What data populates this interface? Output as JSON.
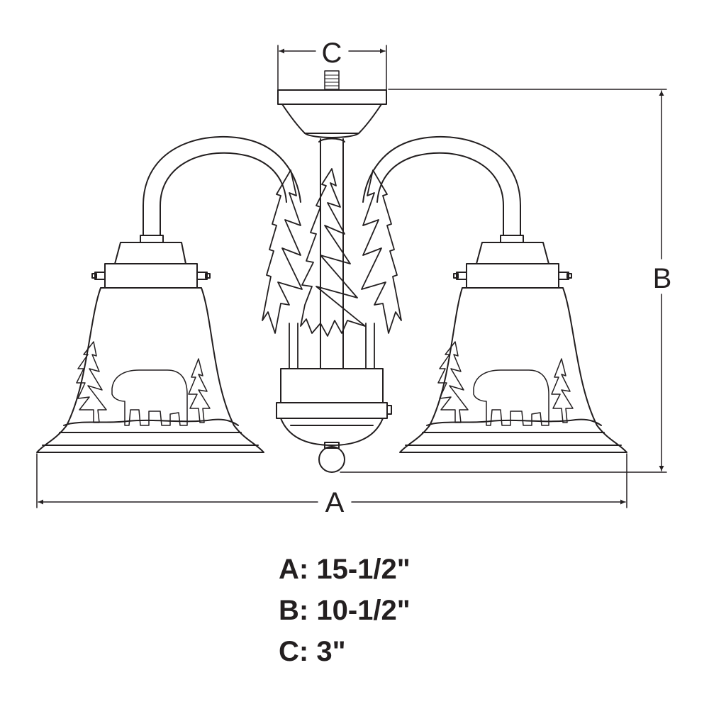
{
  "dimension_labels": {
    "a": "A",
    "b": "B",
    "c": "C"
  },
  "specs": [
    {
      "label": "A",
      "value": "15-1/2\""
    },
    {
      "label": "B",
      "value": "10-1/2\""
    },
    {
      "label": "C",
      "value": "3\""
    }
  ],
  "colors": {
    "line": "#231f20",
    "background": "#ffffff"
  }
}
